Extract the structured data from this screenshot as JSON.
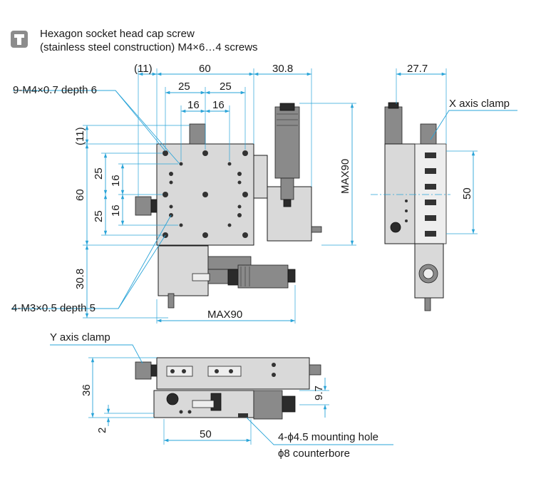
{
  "legend": {
    "icon": "hex-socket-screw-icon",
    "line1": "Hexagon socket head cap screw",
    "line2": "(stainless steel construction) M4×6…4 screws"
  },
  "top_view": {
    "dims": {
      "d11_top": "(11)",
      "d60_top": "60",
      "d30_8_top": "30.8",
      "d25_l": "25",
      "d25_r": "25",
      "d16_l": "16",
      "d16_r": "16",
      "d11_left": "(11)",
      "d60_left": "60",
      "d25_vt": "25",
      "d16_vt": "16",
      "d16_vb": "16",
      "d25_vb": "25",
      "d30_8_left": "30.8",
      "max90_right": "MAX90",
      "max90_bottom": "MAX90"
    },
    "callouts": {
      "tapped_holes": "9-M4×0.7 depth 6",
      "m3_holes": "4-M3×0.5 depth 5"
    }
  },
  "side_view": {
    "dims": {
      "d27_7": "27.7",
      "d50": "50"
    },
    "callouts": {
      "x_clamp": "X axis clamp"
    }
  },
  "front_view": {
    "dims": {
      "d36": "36",
      "d2": "2",
      "d50": "50",
      "d9_7": "9.7"
    },
    "callouts": {
      "y_clamp": "Y axis clamp",
      "mount1": "4-ϕ4.5 mounting hole",
      "mount2": "ϕ8 counterbore"
    }
  },
  "colors": {
    "dimension": "#2aa4d8",
    "metal": "#d9d9d9",
    "dark": "#2b2b2b",
    "icon": "#8c8c8c"
  }
}
